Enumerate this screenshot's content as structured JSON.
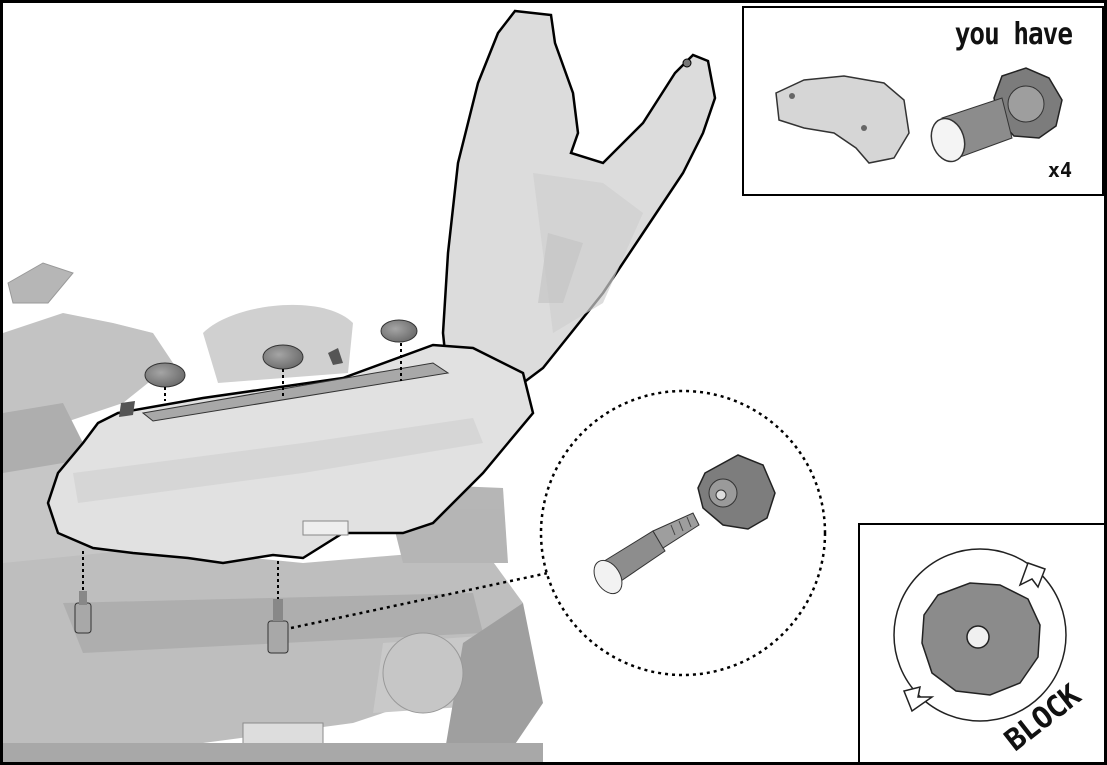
{
  "inset_top": {
    "title": "you have",
    "quantity": "x4"
  },
  "inset_bottom": {
    "label": "BLOCK"
  },
  "colors": {
    "line": "#000000",
    "part_fill": "#d8d8d8",
    "knob_fill": "#8a8a8a",
    "bg_photo": "#c4c4c4"
  },
  "icons": [
    "rotate-arrow-icon",
    "rotate-arrow-icon"
  ]
}
